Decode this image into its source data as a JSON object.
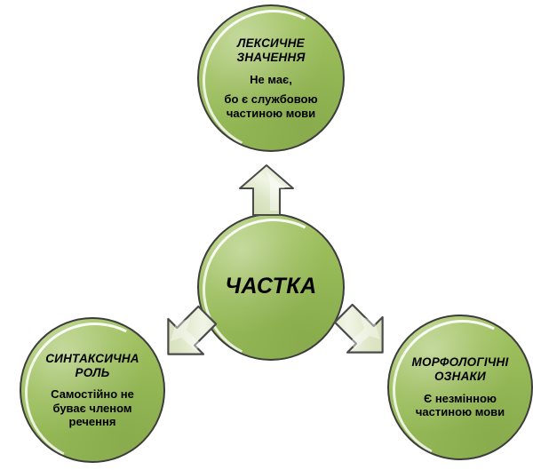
{
  "diagram": {
    "title": "ЧАСТКА",
    "center": {
      "heading": "ЧАСТКА"
    },
    "nodes": [
      {
        "id": "lexical-meaning",
        "heading_line1": "ЛЕКСИЧНЕ",
        "heading_line2": "ЗНАЧЕННЯ",
        "body_line1": "Не має,",
        "body_line2": "бо є службовою",
        "body_line3": "частиною мови"
      },
      {
        "id": "syntactic-role",
        "heading_line1": "СИНТАКСИЧНА",
        "heading_line2": "РОЛЬ",
        "body_line1": "Самостійно не",
        "body_line2": "буває членом",
        "body_line3": "речення"
      },
      {
        "id": "morphological-features",
        "heading_line1": "МОРФОЛОГІЧНІ",
        "heading_line2": "ОЗНАКИ",
        "body_line1": "Є незмінною",
        "body_line2": "частиною мови",
        "body_line3": ""
      }
    ],
    "arrows": [
      {
        "id": "arrow-up",
        "direction": "up"
      },
      {
        "id": "arrow-left",
        "direction": "down-left"
      },
      {
        "id": "arrow-right",
        "direction": "down-right"
      }
    ],
    "colors": {
      "circle_fill": "#9BBD5B",
      "circle_fill_light": "#A8C86A",
      "circle_outline": "#3C3C3C",
      "arrow_fill": "#D5E0BC",
      "arrow_fill_light": "#EAF0DC",
      "arrow_outline": "#4A4A4A",
      "text": "#000000",
      "background": "#FFFFFF"
    }
  }
}
